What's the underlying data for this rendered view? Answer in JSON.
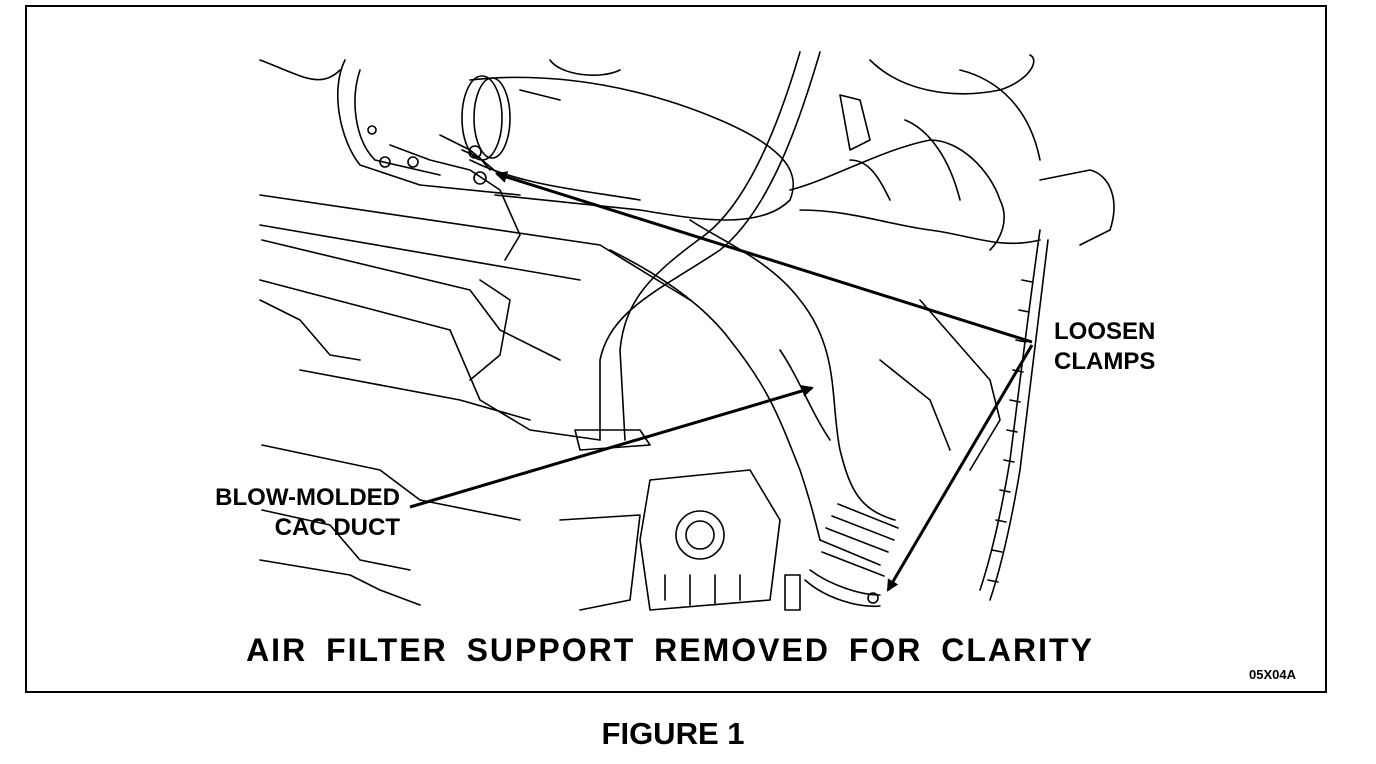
{
  "callouts": {
    "loosen_clamps": [
      "LOOSEN",
      "CLAMPS"
    ],
    "duct": [
      "BLOW-MOLDED",
      "CAC DUCT"
    ]
  },
  "caption": "AIR FILTER SUPPORT REMOVED FOR CLARITY",
  "image_code": "05X04A",
  "figure_label": "FIGURE 1",
  "colors": {
    "line": "#000000",
    "background": "#ffffff"
  }
}
